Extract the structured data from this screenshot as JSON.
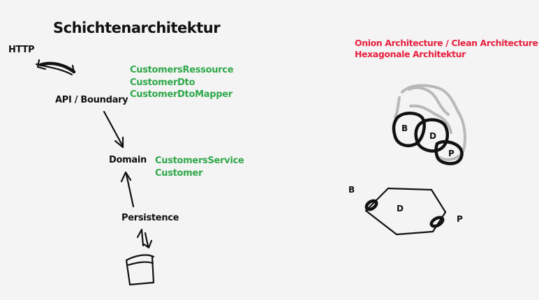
{
  "title": "Schichtenarchitektur",
  "layers": {
    "http": "HTTP",
    "api": "API / Boundary",
    "domain": "Domain",
    "persistence": "Persistence"
  },
  "api_classes": [
    "CustomersRessource",
    "CustomerDto",
    "CustomerDtoMapper"
  ],
  "domain_classes": [
    "CustomersService",
    "Customer"
  ],
  "alt_architectures": [
    "Onion Architecture / Clean Architecture",
    "Hexagonale Architektur"
  ],
  "onion_labels": {
    "b": "B",
    "d": "D",
    "p": "P"
  },
  "hex_labels": {
    "b": "B",
    "d": "D",
    "p": "P"
  },
  "colors": {
    "green": "#2fa84a",
    "red": "#e8213f",
    "ink": "#111111",
    "grey": "#b9b9b9"
  }
}
